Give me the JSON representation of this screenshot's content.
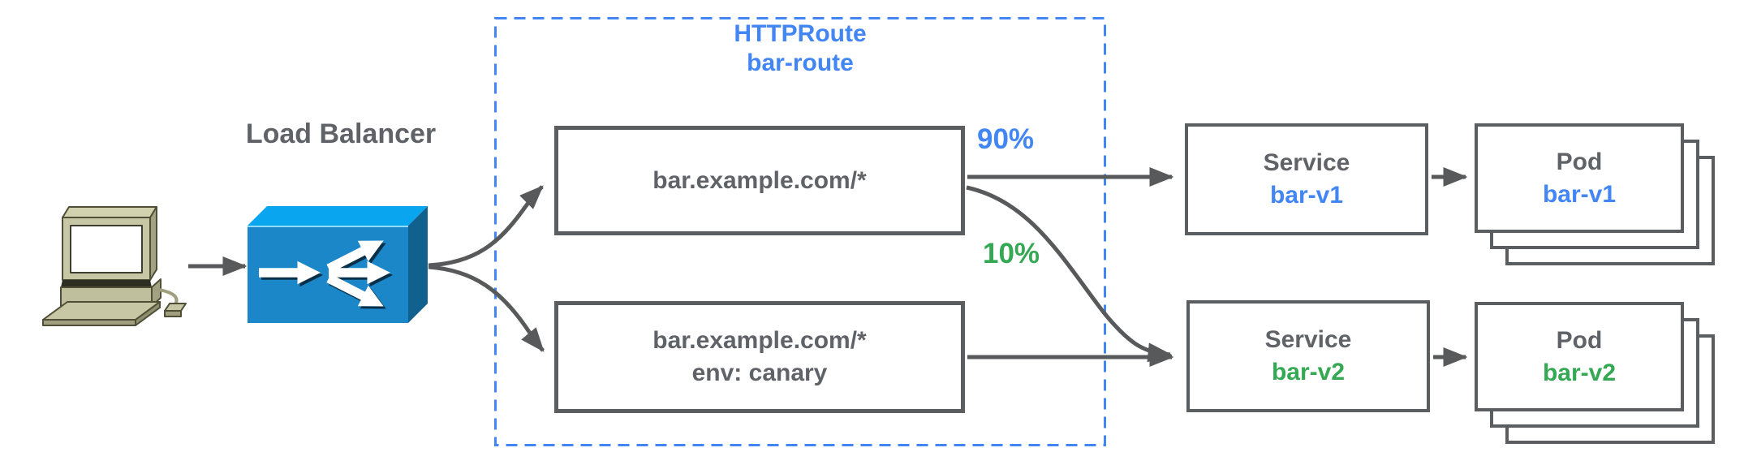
{
  "colors": {
    "blue": "#4285F4",
    "green": "#34A853",
    "gray_text": "#5F6368",
    "box_border": "#5B5E61",
    "arrow": "#58595B",
    "lb_top": "#0AA5EF",
    "lb_front": "#1B86C8",
    "lb_side": "#11618F",
    "lb_arrow_shadow": "#083048"
  },
  "client": {
    "icon": "desktop-computer-icon"
  },
  "load_balancer": {
    "label": "Load Balancer",
    "icon": "load-balancer-icon"
  },
  "httproute": {
    "kind": "HTTPRoute",
    "name": "bar-route",
    "rules": [
      {
        "match": "bar.example.com/*",
        "weight_label": "90%",
        "weight_color": "#4285F4"
      },
      {
        "match": "bar.example.com/*",
        "header": "env: canary",
        "weight_label": "10%",
        "weight_color": "#34A853"
      }
    ]
  },
  "services": [
    {
      "kind": "Service",
      "name": "bar-v1",
      "name_color": "#4285F4"
    },
    {
      "kind": "Service",
      "name": "bar-v2",
      "name_color": "#34A853"
    }
  ],
  "pods": [
    {
      "kind": "Pod",
      "name": "bar-v1",
      "name_color": "#4285F4",
      "stack_count": 3
    },
    {
      "kind": "Pod",
      "name": "bar-v2",
      "name_color": "#34A853",
      "stack_count": 3
    }
  ]
}
